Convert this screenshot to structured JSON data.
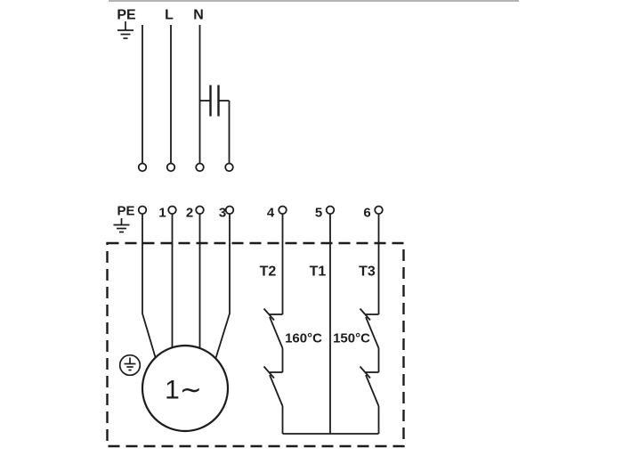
{
  "diagram": {
    "description": "Wiring diagram - single-phase pump motor with capacitor and built-in thermal switches",
    "supply": {
      "pe": "PE",
      "l": "L",
      "n": "N"
    },
    "terminal_pe": "PE",
    "terminals": [
      "1",
      "2",
      "3",
      "4",
      "5",
      "6"
    ],
    "motor_label": "1∼",
    "thermal": {
      "t2": "T2",
      "t1": "T1",
      "t3": "T3",
      "t2_temp": "160°C",
      "t3_temp": "150°C"
    },
    "icons": {
      "earth_top": "earth-ground-icon",
      "earth_terminal": "earth-ground-icon",
      "protective_earth": "protective-earth-circle-icon",
      "capacitor": "capacitor-icon",
      "motor": "single-phase-motor-icon"
    },
    "colors": {
      "line": "#1c1c1c",
      "background": "#ffffff",
      "artifact_border": "#9a9a9a"
    }
  }
}
